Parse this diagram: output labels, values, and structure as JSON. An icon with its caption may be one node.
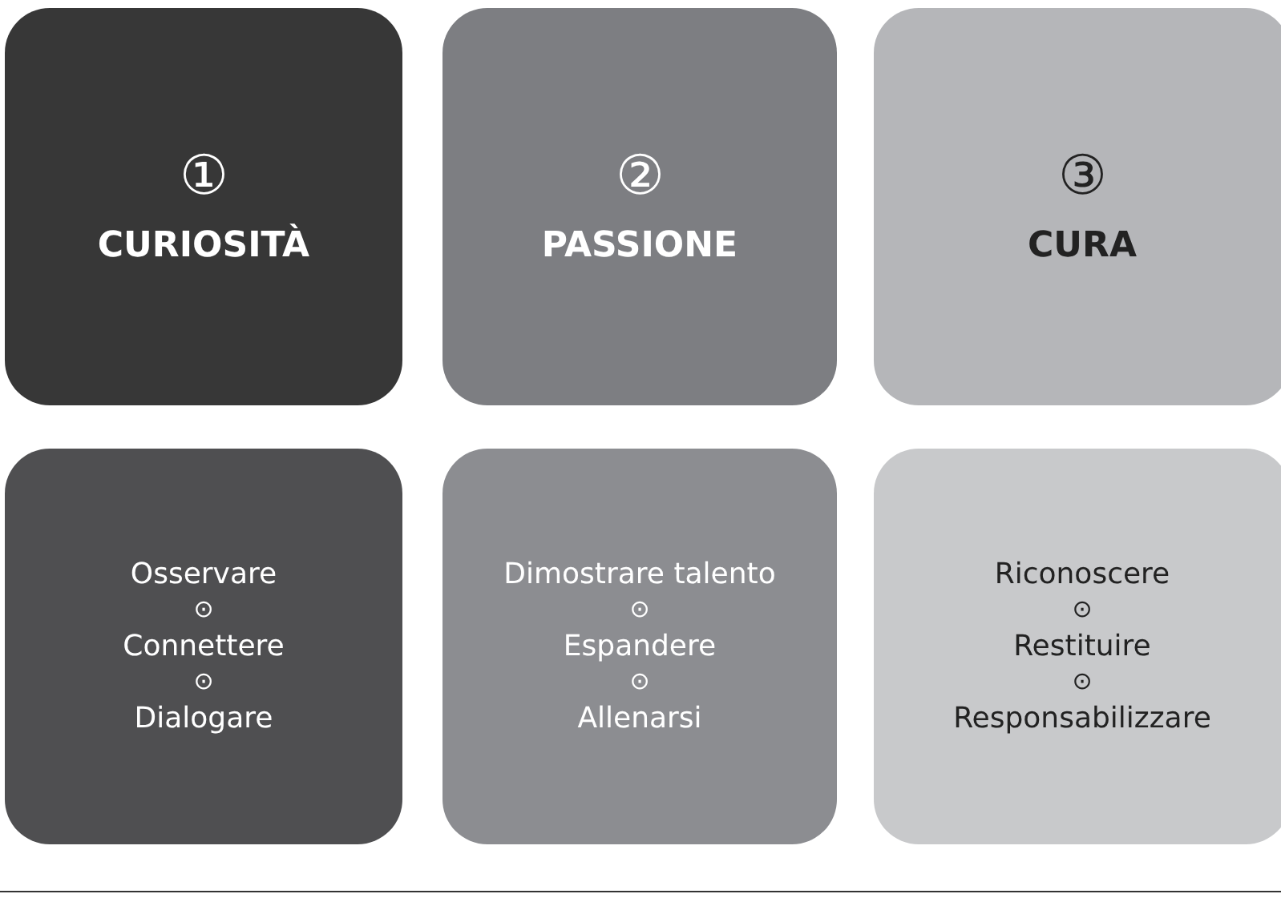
{
  "diagram": {
    "nodes": [
      {
        "text": [
          "①",
          "CURIOSITÀ"
        ]
      },
      {
        "text": [
          "②",
          "PASSIONE"
        ]
      },
      {
        "text": [
          "③",
          "CURA"
        ]
      },
      {
        "text": [
          "Osservare",
          "⊙",
          "Connettere",
          "⊙",
          "Dialogare"
        ]
      },
      {
        "text": [
          "Dimostrare talento",
          "⊙",
          "Espandere",
          "⊙",
          "Allenarsi"
        ]
      },
      {
        "text": [
          "Riconoscere",
          "⊙",
          "Restituire",
          "⊙",
          "Responsabilizzare"
        ]
      }
    ]
  }
}
